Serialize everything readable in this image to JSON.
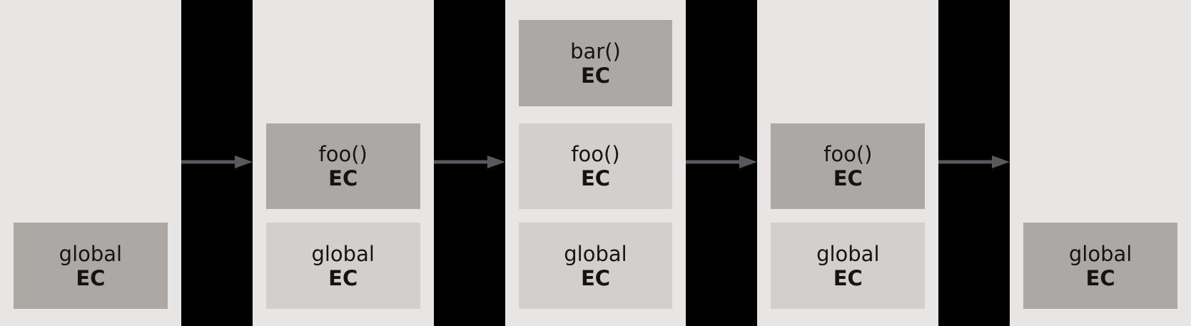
{
  "diagram": {
    "colors": {
      "panel_bg": "#e7e6e5",
      "separator": "#000000",
      "active_box": "#aba8a5",
      "inactive_box": "#d2d0ce",
      "arrow": "#58595a",
      "text": "#161412"
    },
    "icons": {
      "transition_arrow": "right-arrow"
    },
    "frames": [
      {
        "stack": [
          {
            "label": "global",
            "sublabel": "EC",
            "state": "active"
          }
        ]
      },
      {
        "stack": [
          {
            "label": "foo()",
            "sublabel": "EC",
            "state": "active"
          },
          {
            "label": "global",
            "sublabel": "EC",
            "state": "inactive"
          }
        ]
      },
      {
        "stack": [
          {
            "label": "bar()",
            "sublabel": "EC",
            "state": "active"
          },
          {
            "label": "foo()",
            "sublabel": "EC",
            "state": "inactive"
          },
          {
            "label": "global",
            "sublabel": "EC",
            "state": "inactive"
          }
        ]
      },
      {
        "stack": [
          {
            "label": "foo()",
            "sublabel": "EC",
            "state": "active"
          },
          {
            "label": "global",
            "sublabel": "EC",
            "state": "inactive"
          }
        ]
      },
      {
        "stack": [
          {
            "label": "global",
            "sublabel": "EC",
            "state": "active"
          }
        ]
      }
    ]
  }
}
